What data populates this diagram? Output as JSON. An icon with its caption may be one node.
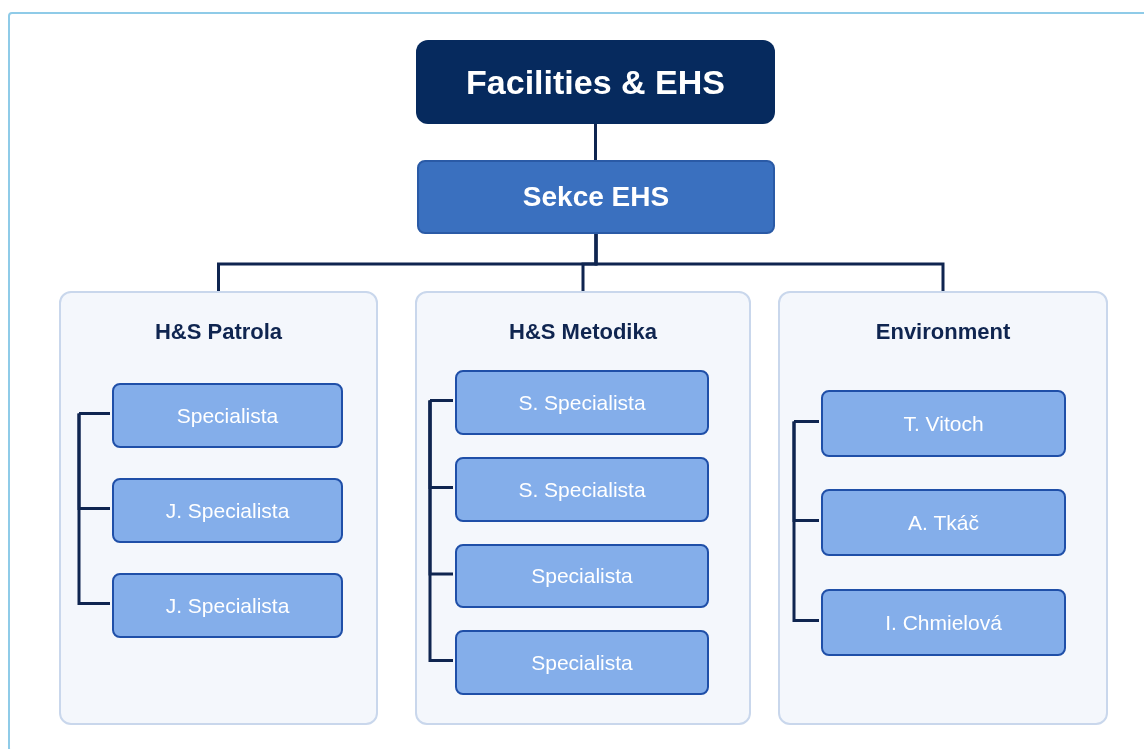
{
  "diagram": {
    "nodes": [
      {
        "text": [
          "Facilities & EHS"
        ]
      },
      {
        "text": [
          "Sekce EHS"
        ]
      },
      {
        "text": [
          "H&S Patrola"
        ]
      },
      {
        "text": [
          "Specialista"
        ],
        "in": 2
      },
      {
        "text": [
          "J. Specialista"
        ],
        "in": 2
      },
      {
        "text": [
          "J. Specialista"
        ],
        "in": 2
      },
      {
        "text": [
          "H&S Metodika"
        ]
      },
      {
        "text": [
          "S. Specialista"
        ],
        "in": 6
      },
      {
        "text": [
          "S. Specialista"
        ],
        "in": 6
      },
      {
        "text": [
          "Specialista"
        ],
        "in": 6
      },
      {
        "text": [
          "Specialista"
        ],
        "in": 6
      },
      {
        "text": [
          "Environment"
        ]
      },
      {
        "text": [
          "T. Vitoch"
        ],
        "in": 11
      },
      {
        "text": [
          "A. Tkáč"
        ],
        "in": 11
      },
      {
        "text": [
          "I. Chmielová"
        ],
        "in": 11
      }
    ],
    "edges": [
      {
        "from": 0,
        "to": 1,
        "arrow": "none"
      },
      {
        "from": 1,
        "to": 2,
        "arrow": "none"
      },
      {
        "from": 1,
        "to": 6,
        "arrow": "none"
      },
      {
        "from": 1,
        "to": 11,
        "arrow": "none"
      },
      {
        "from": 2,
        "to": 3,
        "arrow": "none"
      },
      {
        "from": 2,
        "to": 4,
        "arrow": "none"
      },
      {
        "from": 2,
        "to": 5,
        "arrow": "none"
      },
      {
        "from": 6,
        "to": 7,
        "arrow": "none"
      },
      {
        "from": 6,
        "to": 8,
        "arrow": "none"
      },
      {
        "from": 6,
        "to": 9,
        "arrow": "none"
      },
      {
        "from": 6,
        "to": 10,
        "arrow": "none"
      },
      {
        "from": 11,
        "to": 12,
        "arrow": "none"
      },
      {
        "from": 11,
        "to": 13,
        "arrow": "none"
      },
      {
        "from": 11,
        "to": 14,
        "arrow": "none"
      }
    ]
  }
}
